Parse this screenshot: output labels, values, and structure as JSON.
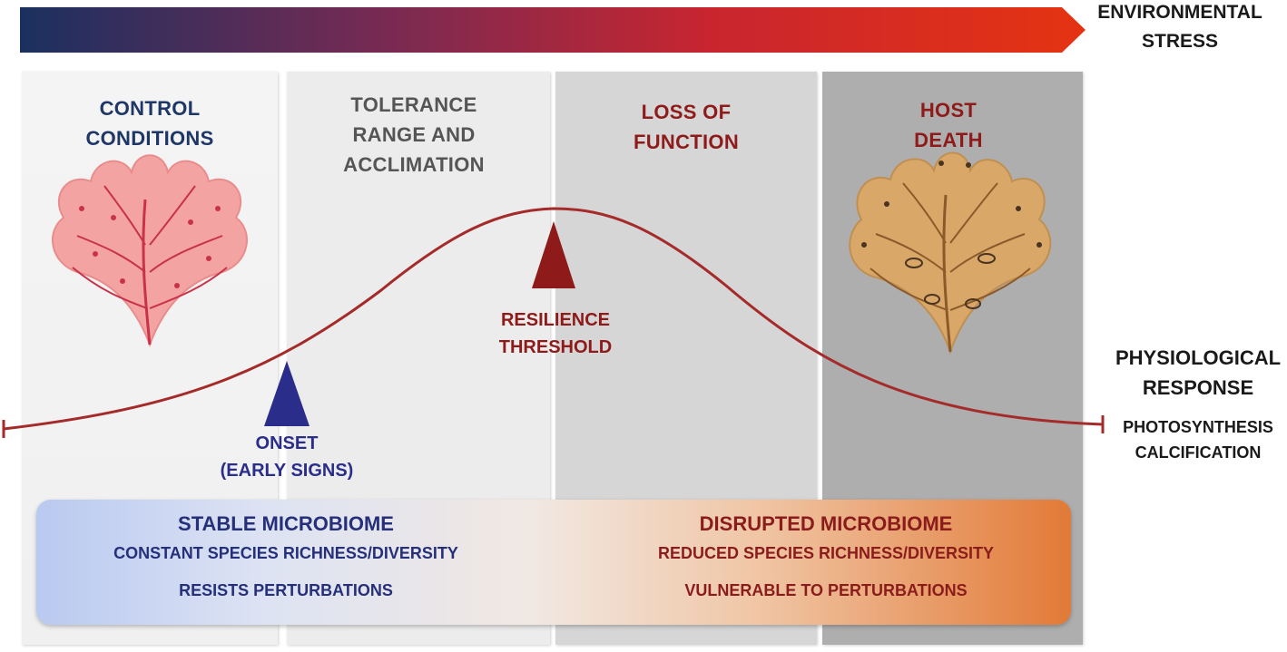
{
  "stress_axis": {
    "label_line1": "ENVIRONMENTAL",
    "label_line2": "STRESS",
    "gradient_colors": [
      "#1b3060",
      "#7a2a52",
      "#c9252f",
      "#e53312"
    ]
  },
  "panels": [
    {
      "lines": [
        "CONTROL",
        "CONDITIONS"
      ],
      "color": "#1f3767"
    },
    {
      "lines": [
        "TOLERANCE",
        "RANGE AND",
        "ACCLIMATION"
      ],
      "color": "#555555"
    },
    {
      "lines": [
        "LOSS OF",
        "FUNCTION"
      ],
      "color": "#8e1a1a"
    },
    {
      "lines": [
        "HOST",
        "DEATH"
      ],
      "color": "#8e1a1a"
    }
  ],
  "response_axis": {
    "label_line1": "PHYSIOLOGICAL",
    "label_line2": "RESPONSE",
    "metric1": "PHOTOSYNTHESIS",
    "metric2": "CALCIFICATION",
    "curve_color": "#a52a2a"
  },
  "markers": {
    "onset": {
      "line1": "ONSET",
      "line2": "(EARLY SIGNS)",
      "color": "#2a2d8a"
    },
    "resilience": {
      "line1": "RESILIENCE",
      "line2": "THRESHOLD",
      "color": "#8e1a1a"
    }
  },
  "microbiome": {
    "stable": {
      "title": "STABLE MICROBIOME",
      "line1": "CONSTANT SPECIES RICHNESS/DIVERSITY",
      "line2": "RESISTS PERTURBATIONS"
    },
    "disrupted": {
      "title": "DISRUPTED MICROBIOME",
      "line1": "REDUCED SPECIES RICHNESS/DIVERSITY",
      "line2": "VULNERABLE TO PERTURBATIONS"
    }
  },
  "algae": {
    "healthy": {
      "icon": "healthy-alga-icon",
      "color": "#f4a3a3",
      "accent": "#c8324a"
    },
    "dead": {
      "icon": "bleached-alga-icon",
      "color": "#d9a868",
      "accent": "#4a3320"
    }
  }
}
